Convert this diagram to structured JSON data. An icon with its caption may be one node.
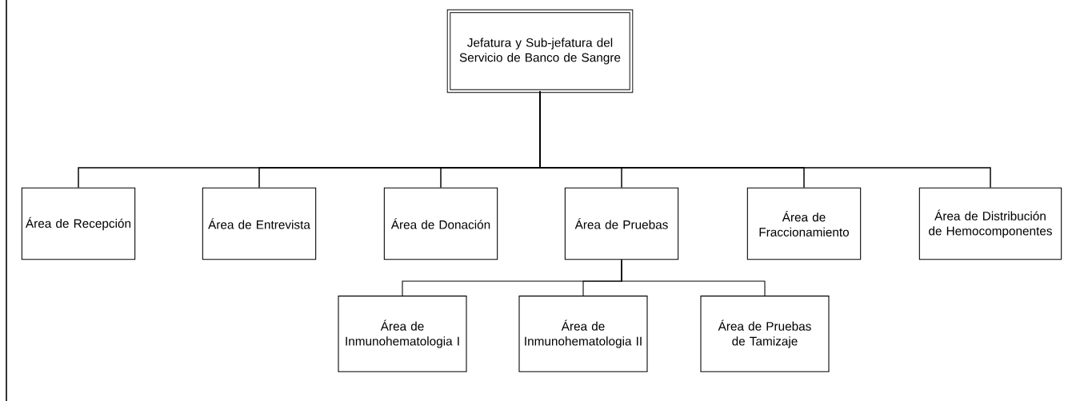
{
  "diagram": {
    "nodes": [
      {
        "text": [
          "Jefatura y Sub-jefatura del Servicio de Banco de Sangre"
        ]
      },
      {
        "text": [
          "Área de Recepción"
        ]
      },
      {
        "text": [
          "Área de Entrevista"
        ]
      },
      {
        "text": [
          "Área de Donación"
        ]
      },
      {
        "text": [
          "Área de Pruebas"
        ]
      },
      {
        "text": [
          "Área de Fraccionamiento"
        ]
      },
      {
        "text": [
          "Área de Distribución de Hemocomponentes"
        ]
      },
      {
        "text": [
          "Área de Inmunohematologia I"
        ]
      },
      {
        "text": [
          "Área de Inmunohematologia II"
        ]
      },
      {
        "text": [
          "Área de Pruebas de Tamizaje"
        ]
      }
    ],
    "edges": [
      {
        "from": 0,
        "to": 1,
        "arrow": "none"
      },
      {
        "from": 0,
        "to": 2,
        "arrow": "none"
      },
      {
        "from": 0,
        "to": 3,
        "arrow": "none"
      },
      {
        "from": 0,
        "to": 4,
        "arrow": "none"
      },
      {
        "from": 0,
        "to": 5,
        "arrow": "none"
      },
      {
        "from": 0,
        "to": 6,
        "arrow": "none"
      },
      {
        "from": 4,
        "to": 7,
        "arrow": "none"
      },
      {
        "from": 4,
        "to": 8,
        "arrow": "none"
      },
      {
        "from": 4,
        "to": 9,
        "arrow": "none"
      }
    ]
  }
}
